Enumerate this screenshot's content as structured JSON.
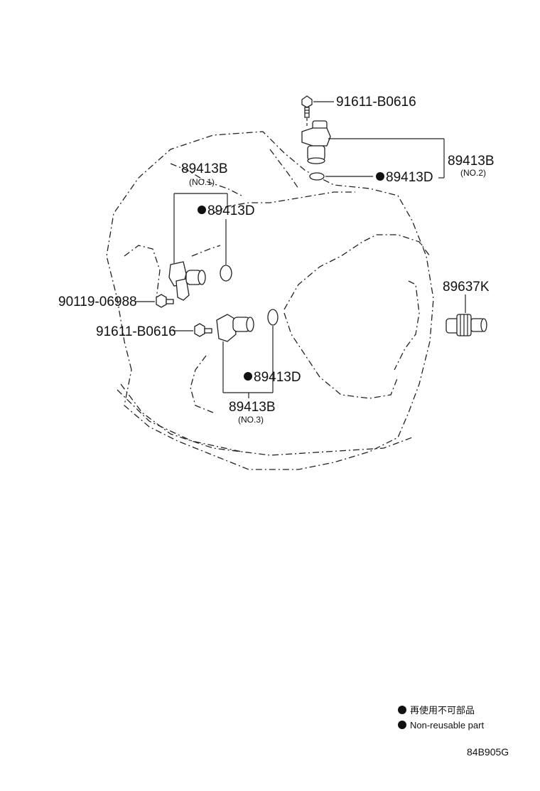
{
  "callouts": {
    "bolt_top": "91611-B0616",
    "sensor_no2": "89413B",
    "sensor_no2_sub": "(NO.2)",
    "oring_no2": "89413D",
    "sensor_no1": "89413B",
    "sensor_no1_sub": "(NO.1)",
    "oring_no1": "89413D",
    "bolt_left": "90119-06988",
    "bolt_mid": "91611-B0616",
    "switch": "89637K",
    "oring_no3": "89413D",
    "sensor_no3": "89413B",
    "sensor_no3_sub": "(NO.3)"
  },
  "legend": {
    "line_jp": "再使用不可部品",
    "line_en": "Non-reusable part"
  },
  "diagram_code": "84B905G"
}
